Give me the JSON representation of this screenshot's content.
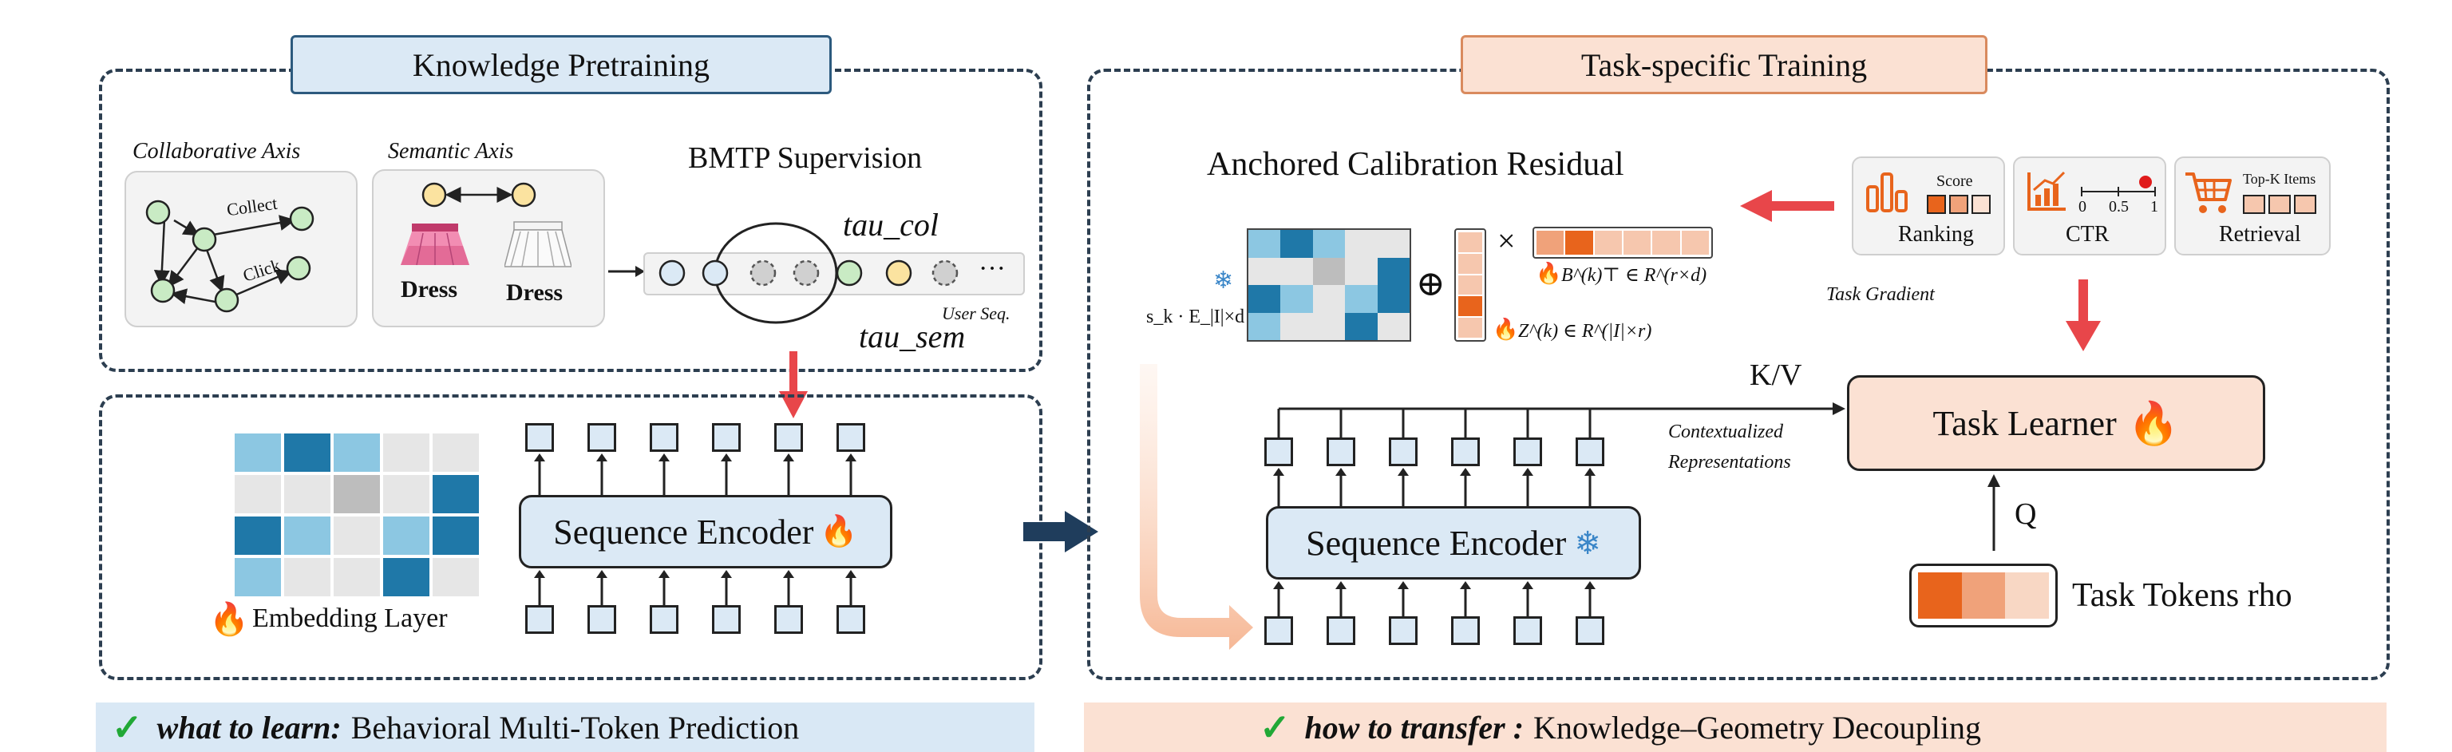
{
  "left": {
    "title": "Knowledge Pretraining",
    "collab_axis": "Collaborative Axis",
    "semantic_axis": "Semantic Axis",
    "edge_collect": "Collect",
    "edge_click": "Click",
    "dress_left": "Dress",
    "dress_right": "Dress",
    "bmtp": "BMTP Supervision",
    "tau_col": "tau_col",
    "tau_sem": "tau_sem",
    "user_seq": "User Seq.",
    "ellipsis": "···",
    "embedding": "Embedding Layer",
    "encoder": "Sequence Encoder"
  },
  "right": {
    "title": "Task-specific Training",
    "acr": "Anchored Calibration Residual",
    "oplus": "⊕",
    "times": "×",
    "sk_label": "s_k · E_|I|×d",
    "b_label": "B^(k)⊤ ∈ R^(r×d)",
    "z_label": "Z^(k) ∈ R^(|I|×r)",
    "kv": "K/V",
    "context1": "Contextualized",
    "context2": "Representations",
    "encoder": "Sequence Encoder",
    "task_learner": "Task Learner",
    "q": "Q",
    "task_tokens": "Task Tokens rho",
    "task_gradient": "Task Gradient",
    "ranking": "Ranking",
    "ranking_score": "Score",
    "ctr": "CTR",
    "ctr_ticks": [
      "0",
      "0.5",
      "1"
    ],
    "retrieval": "Retrieval",
    "retrieval_topk": "Top-K Items"
  },
  "bottom": {
    "left_check": "✓",
    "left_bold": "what to learn:",
    "left_rest": "Behavioral Multi-Token Prediction",
    "right_check": "✓",
    "right_bold": "how to transfer :",
    "right_rest": "Knowledge–Geometry Decoupling"
  },
  "colors": {
    "panel_border": "#2c3e50",
    "blue_fill": "#dbe9f5",
    "blue_light": "#8cc7e2",
    "blue_dark": "#1f78a8",
    "gray": "#bdbdbd",
    "gray_light": "#e6e6e6",
    "orange": "#e8641c",
    "orange_mid": "#f0a27a",
    "orange_light": "#f6c7ae",
    "peach_bg": "#fbe1d3",
    "blue_bg": "#d9e8f5",
    "red_arrow": "#e8464a",
    "green_check": "#21a836"
  }
}
